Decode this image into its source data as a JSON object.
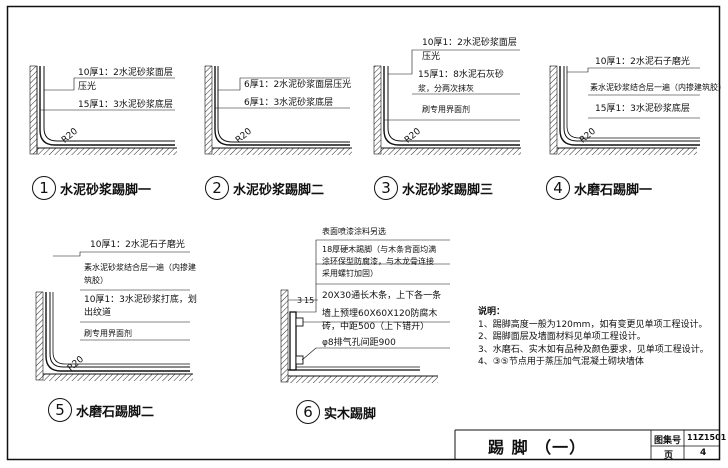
{
  "r_label": "R20",
  "d1": {
    "lines": [
      "10厚1：2水泥砂浆面层",
      "压光",
      "15厚1：3水泥砂浆底层"
    ],
    "caption_num": "1",
    "caption": "水泥砂浆踢脚一"
  },
  "d2": {
    "lines": [
      "6厚1：2水泥砂浆面层压光",
      "6厚1：3水泥砂浆底层"
    ],
    "caption_num": "2",
    "caption": "水泥砂浆踢脚二"
  },
  "d3": {
    "lines": [
      "10厚1：2水泥砂浆面层",
      "压光",
      "15厚1：8水泥石灰砂",
      "浆，分两次抹灰",
      "刷专用界面剂"
    ],
    "caption_num": "3",
    "caption": "水泥砂浆踢脚三"
  },
  "d4": {
    "lines": [
      "10厚1：2水泥石子磨光",
      "素水泥砂浆结合层一遍（内掺建筑胶）",
      "15厚1：3水泥砂浆底层"
    ],
    "caption_num": "4",
    "caption": "水磨石踢脚一"
  },
  "d5": {
    "lines": [
      "10厚1：2水泥石子磨光",
      "素水泥砂浆结合层一遍（内掺建",
      "筑胶）",
      "10厚1：3水泥砂浆打底，划",
      "出纹道",
      "刷专用界面剂"
    ],
    "caption_num": "5",
    "caption": "水磨石踢脚二"
  },
  "d6": {
    "lines": [
      "表面喷漆涂料另选",
      "18厚硬木踢脚（与木条背面均满",
      "涂环保型防腐漆，与木龙骨连接",
      "采用螺钉加固）",
      "20X30通长木条，上下各一条",
      "墙上预埋60X60X120防腐木",
      "砖，中距500（上下错开）",
      "φ8排气孔间距900"
    ],
    "dim1": "3",
    "dim2": "15",
    "caption_num": "6",
    "caption": "实木踢脚"
  },
  "notes": {
    "title": "说明：",
    "items": [
      "1、踢脚高度一般为120mm，如有变更见单项工程设计。",
      "2、踢脚面层及墙面材料见单项工程设计。",
      "3、水磨石、实木如有品种及颜色要求，见单项工程设计。",
      "4、③⑤节点用于蒸压加气混凝土砌块墙体"
    ]
  },
  "title_block": {
    "title": "踢    脚    （一）",
    "atlas_label": "图集号",
    "atlas_no": "11Z1501",
    "page_label": "页",
    "page_no": "4"
  }
}
